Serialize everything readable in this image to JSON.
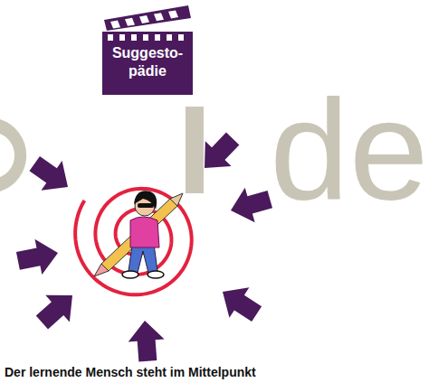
{
  "diagram": {
    "caption": "Der lernende Mensch steht im Mittelpunkt",
    "nodes": [
      {
        "text": [
          "Suggesto- pädie"
        ]
      }
    ],
    "labels": [
      "de"
    ]
  }
}
